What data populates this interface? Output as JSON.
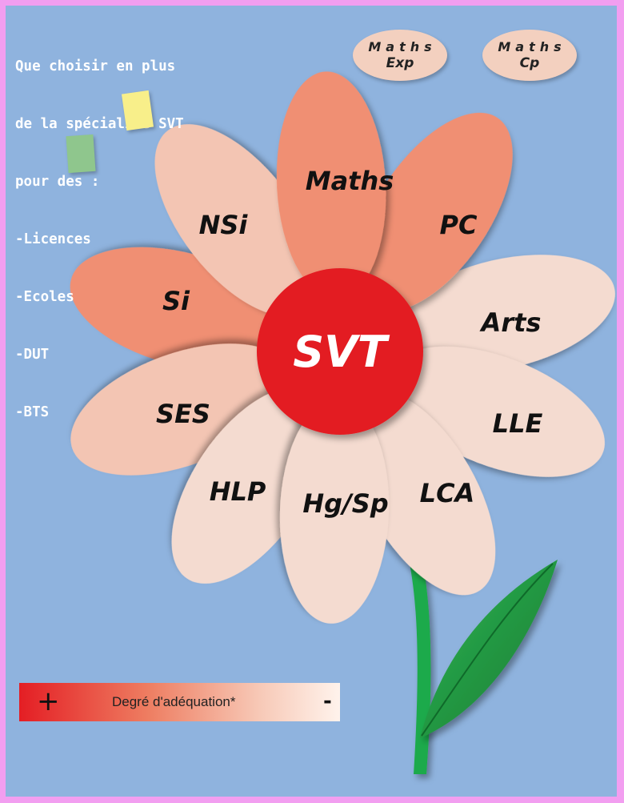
{
  "intro": {
    "lines": [
      "Que choisir en plus",
      "de la spécialité SVT",
      "pour des :",
      "-Licences",
      "-Ecoles",
      "-DUT",
      "-BTS"
    ]
  },
  "bubbles": [
    {
      "line1": "Maths",
      "line2": "Exp"
    },
    {
      "line1": "Maths",
      "line2": "Cp"
    }
  ],
  "center": {
    "label": "SVT",
    "color": "#e31d24"
  },
  "petals": [
    {
      "label": "Maths",
      "color": "#f08f73"
    },
    {
      "label": "PC",
      "color": "#f08f73"
    },
    {
      "label": "Arts",
      "color": "#f4dbd0"
    },
    {
      "label": "LLE",
      "color": "#f4dbd0"
    },
    {
      "label": "LCA",
      "color": "#f4dbd0"
    },
    {
      "label": "Hg/Sp",
      "color": "#f4dbd0"
    },
    {
      "label": "HLP",
      "color": "#f4dbd0"
    },
    {
      "label": "SES",
      "color": "#f3c5b3"
    },
    {
      "label": "Si",
      "color": "#f08f73"
    },
    {
      "label": "NSi",
      "color": "#f3c5b3"
    }
  ],
  "legend": {
    "plus": "+",
    "label": "Degré d'adéquation*",
    "minus": "-"
  },
  "colors": {
    "background": "#8fb3de",
    "frame": "#f29ef0",
    "stem": "#1faa4b",
    "leaf": "#24a046"
  }
}
